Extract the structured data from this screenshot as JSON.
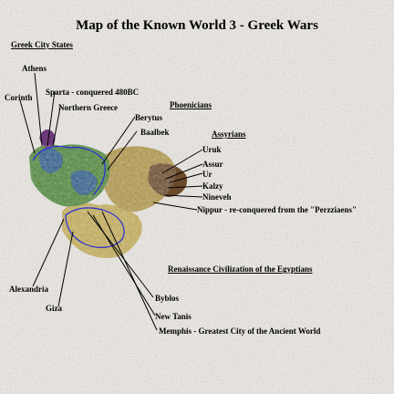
{
  "title": "Map of the Known World 3 - Greek Wars",
  "regions": {
    "greek": "Greek City States",
    "phoenicians": "Phoenicians",
    "assyrians": "Assyrians",
    "egyptians": "Renaissance Civilization of the Egyptians"
  },
  "places": {
    "athens": "Athens",
    "sparta": "Sparta - conquered 480BC",
    "corinth": "Corinth",
    "northern_greece": "Northern Greece",
    "berytus": "Berytus",
    "baalbek": "Baalbek",
    "uruk": "Uruk",
    "assur": "Assur",
    "ur": "Ur",
    "kalzy": "Kalzy",
    "nineveh": "Nineveh",
    "nippur": "Nippur - re-conquered from the \"Perzziaens\"",
    "alexandria": "Alexandria",
    "giza": "Giza",
    "byblos": "Byblos",
    "new_tanis": "New Tanis",
    "memphis": "Memphis - Greatest City of the Ancient World"
  },
  "colors": {
    "background": "#ece9e4",
    "leader_line": "#000000",
    "border": "#2a2ad6",
    "land_yellow": "#c9b25a",
    "land_green": "#4f8a3a",
    "land_blue": "#2f5f8f",
    "land_brown": "#6b4a2a"
  }
}
